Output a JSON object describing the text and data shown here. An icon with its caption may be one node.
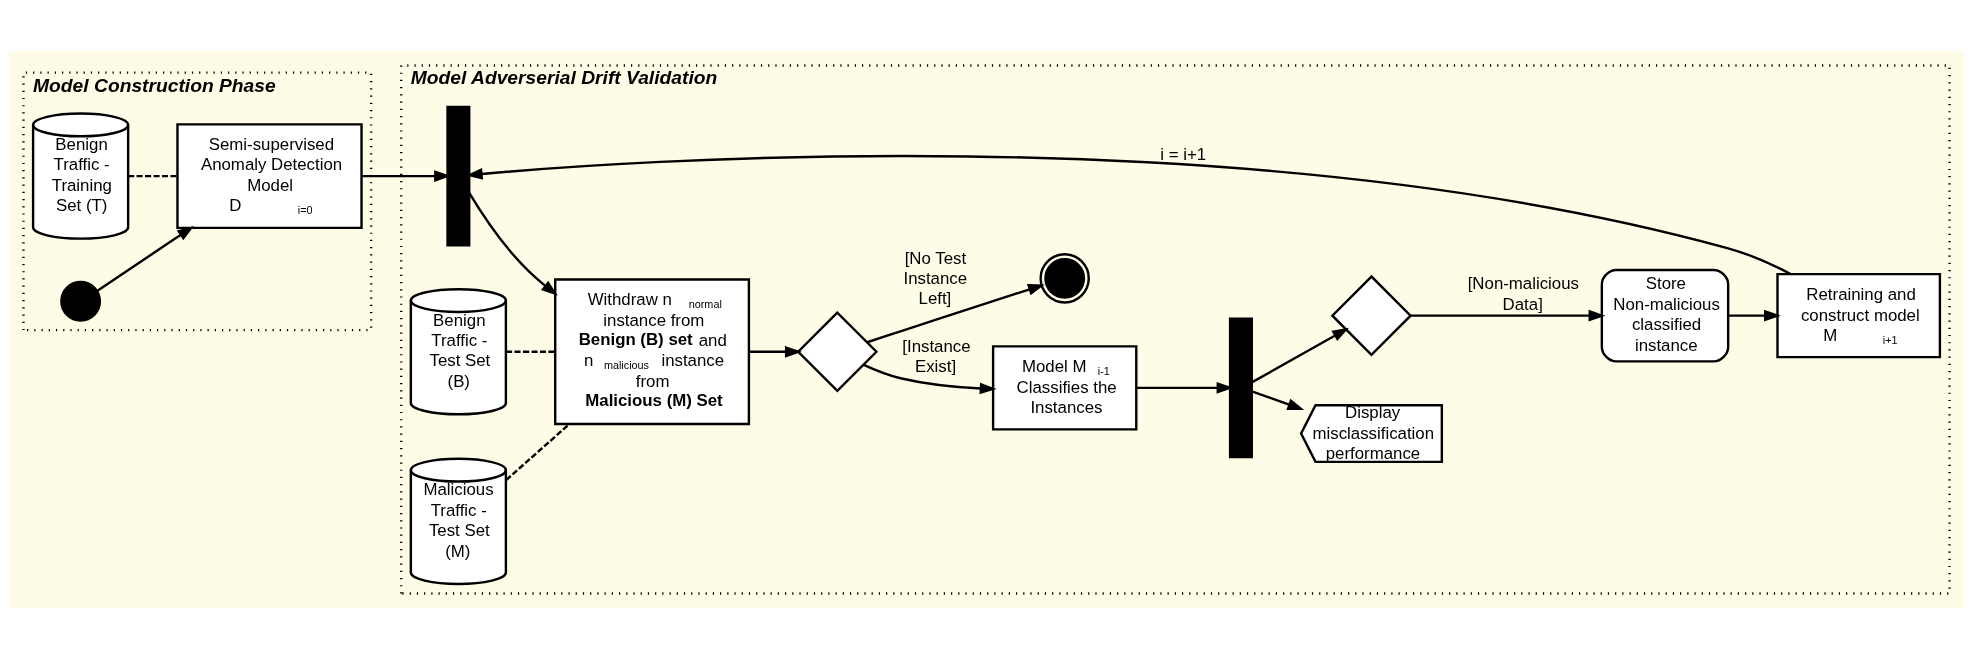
{
  "diagram": {
    "nodes": [
      {
        "text": [
          "Model Construction Phase"
        ]
      },
      {
        "text": [
          "Benign Traffic - Training Set (T)"
        ],
        "in": 0
      },
      {
        "text": [
          "Semi-supervised Anomaly Detection Model",
          "D$_{i=0}$"
        ],
        "in": 0
      },
      {
        "text": [],
        "shape": "circle",
        "in": 0
      },
      {
        "text": [
          "Model Adverserial Drift Validation"
        ]
      },
      {
        "text": [],
        "shape": "bar",
        "in": 4
      },
      {
        "text": [
          "Benign Traffic - Test Set (B)"
        ],
        "in": 4
      },
      {
        "text": [
          "Malicious Traffic - Test Set (M)"
        ],
        "in": 4
      },
      {
        "text": [
          "Withdraw n$_{normal}$ instance from **Benign (B) set** and n$_{malicious}$ instance from **Malicious (M) Set**"
        ],
        "in": 4
      },
      {
        "text": [],
        "shape": "diamond",
        "in": 4
      },
      {
        "text": [
          "Model M$_{i-1}$ Classifies the Instances"
        ],
        "in": 4
      },
      {
        "text": [],
        "shape": "bar",
        "in": 4
      },
      {
        "text": [
          "Display misclassification performance"
        ],
        "in": 4
      },
      {
        "text": [],
        "shape": "circle",
        "in": 4
      },
      {
        "text": [],
        "shape": "diamond",
        "in": 4
      },
      {
        "text": [
          "Store Non-malicious classified instance"
        ],
        "in": 4
      },
      {
        "text": [
          "Retraining and construct model M$_{i+1}$"
        ],
        "in": 4
      }
    ],
    "edges": [
      {
        "from": 3,
        "to": 2,
        "arrow": "to"
      },
      {
        "from": 1,
        "to": 2,
        "arrow": "none",
        "style": "dashed"
      },
      {
        "from": 2,
        "to": 5,
        "arrow": "to"
      },
      {
        "from": 16,
        "to": 5,
        "arrow": "to",
        "label": "i = i+1"
      },
      {
        "from": 5,
        "to": 8,
        "arrow": "to"
      },
      {
        "from": 6,
        "to": 8,
        "arrow": "none",
        "style": "dashed"
      },
      {
        "from": 7,
        "to": 8,
        "arrow": "none",
        "style": "dashed"
      },
      {
        "from": 8,
        "to": 9,
        "arrow": "to"
      },
      {
        "from": 9,
        "to": 10,
        "arrow": "to",
        "label": "[Instance Exist]"
      },
      {
        "from": 9,
        "to": 13,
        "arrow": "to",
        "label": "[No Test Instance Left]"
      },
      {
        "from": 10,
        "to": 11,
        "arrow": "to"
      },
      {
        "from": 11,
        "to": 12,
        "arrow": "to"
      },
      {
        "from": 11,
        "to": 14,
        "arrow": "to"
      },
      {
        "from": 14,
        "to": 15,
        "arrow": "to",
        "label": "[Non-malicious Data]"
      },
      {
        "from": 15,
        "to": 16,
        "arrow": "to"
      }
    ]
  }
}
